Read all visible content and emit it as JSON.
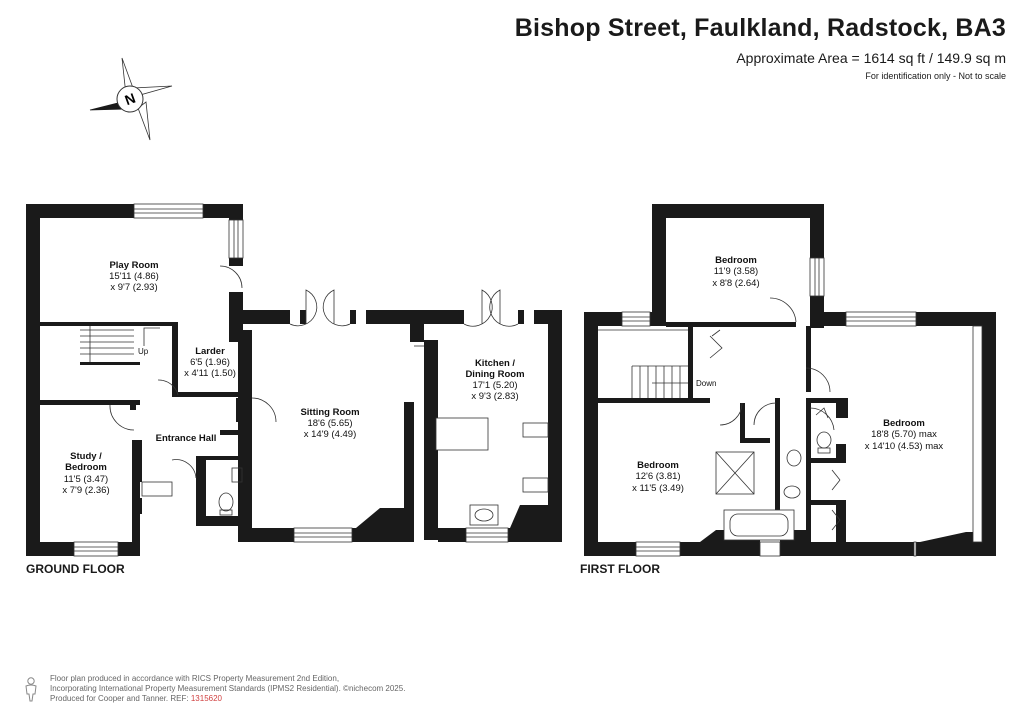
{
  "header": {
    "title": "Bishop Street, Faulkland, Radstock, BA3",
    "area": "Approximate Area = 1614 sq ft / 149.9 sq m",
    "note": "For identification only - Not to scale"
  },
  "compass": {
    "letter": "N",
    "icon": "compass-icon"
  },
  "ground_floor": {
    "label": "GROUND FLOOR",
    "play_room": {
      "name": "Play Room",
      "dim1": "15'11 (4.86)",
      "dim2": "x 9'7 (2.93)"
    },
    "up": "Up",
    "larder": {
      "name": "Larder",
      "dim1": "6'5 (1.96)",
      "dim2": "x 4'11 (1.50)"
    },
    "entrance_hall": {
      "name": "Entrance Hall"
    },
    "sitting_room": {
      "name": "Sitting Room",
      "dim1": "18'6 (5.65)",
      "dim2": "x 14'9 (4.49)"
    },
    "kitchen": {
      "name1": "Kitchen /",
      "name2": "Dining Room",
      "dim1": "17'1 (5.20)",
      "dim2": "x 9'3 (2.83)"
    },
    "study": {
      "name1": "Study /",
      "name2": "Bedroom",
      "dim1": "11'5 (3.47)",
      "dim2": "x 7'9 (2.36)"
    }
  },
  "first_floor": {
    "label": "FIRST FLOOR",
    "bedroom_top": {
      "name": "Bedroom",
      "dim1": "11'9 (3.58)",
      "dim2": "x 8'8 (2.64)"
    },
    "down": "Down",
    "bedroom_right": {
      "name": "Bedroom",
      "dim1": "18'8 (5.70) max",
      "dim2": "x 14'10 (4.53) max"
    },
    "bedroom_left": {
      "name": "Bedroom",
      "dim1": "12'6 (3.81)",
      "dim2": "x 11'5 (3.49)"
    }
  },
  "footer": {
    "line1": "Floor plan produced in accordance with RICS Property Measurement 2nd Edition,",
    "line2a": "Incorporating International Property Measurement Standards (IPMS2 Residential).",
    "copyright": "©nichecom 2025.",
    "line3": "Produced for Cooper and Tanner.",
    "ref_label": "REF:",
    "ref": "1315620"
  },
  "colors": {
    "wall": "#1a1a1a",
    "line": "#333333",
    "ref": "#d04040"
  }
}
